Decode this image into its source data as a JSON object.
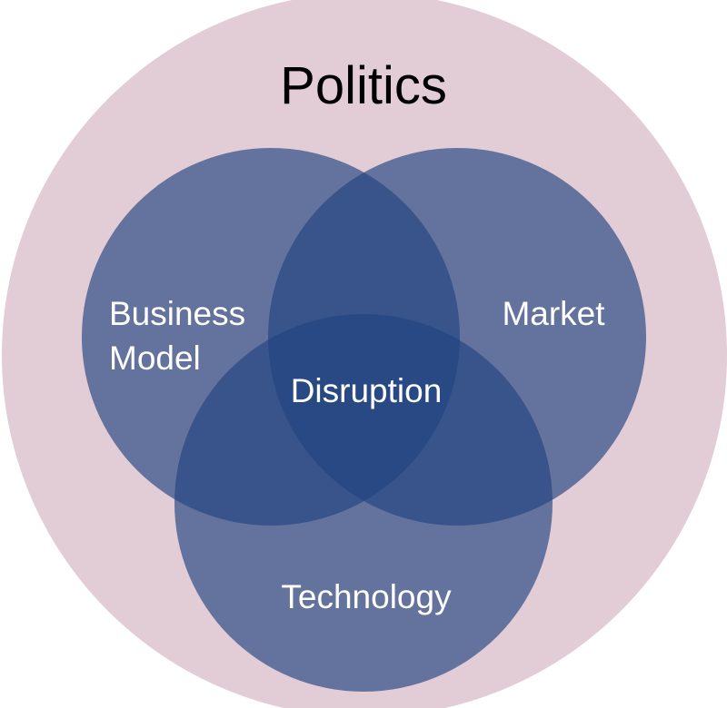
{
  "diagram": {
    "outer": {
      "label": "Politics",
      "color": "#e2ccd5",
      "text_color": "#000000"
    },
    "circles": [
      {
        "id": "business-model",
        "lines": [
          "Business",
          "Model"
        ]
      },
      {
        "id": "market",
        "lines": [
          "Market"
        ]
      },
      {
        "id": "technology",
        "lines": [
          "Technology"
        ]
      }
    ],
    "center": {
      "label": "Disruption"
    },
    "circle_color": "#21437f",
    "circle_opacity": 0.65,
    "inner_text_color": "#ffffff"
  }
}
